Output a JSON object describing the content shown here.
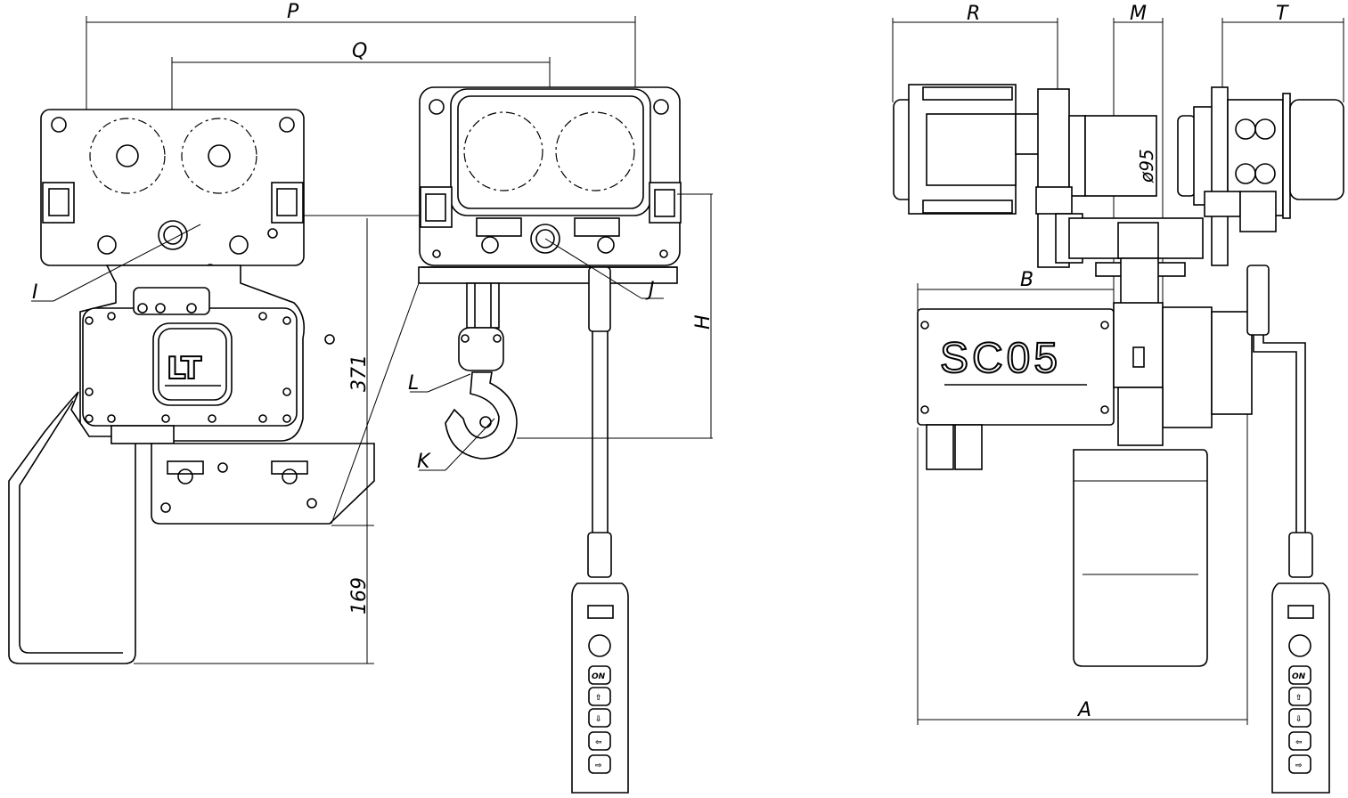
{
  "dimensions": {
    "P": "P",
    "Q": "Q",
    "R": "R",
    "M": "M",
    "T": "T",
    "B": "B",
    "A": "A",
    "H": "H",
    "h371": "371",
    "h169": "169",
    "dia": "ø95"
  },
  "callouts": {
    "I": "I",
    "J": "J",
    "L": "L",
    "K": "K"
  },
  "logo": "LT",
  "model": "SC05",
  "pendant_buttons": [
    "ON",
    "⇧",
    "⇩",
    "⇦",
    "⇨"
  ]
}
